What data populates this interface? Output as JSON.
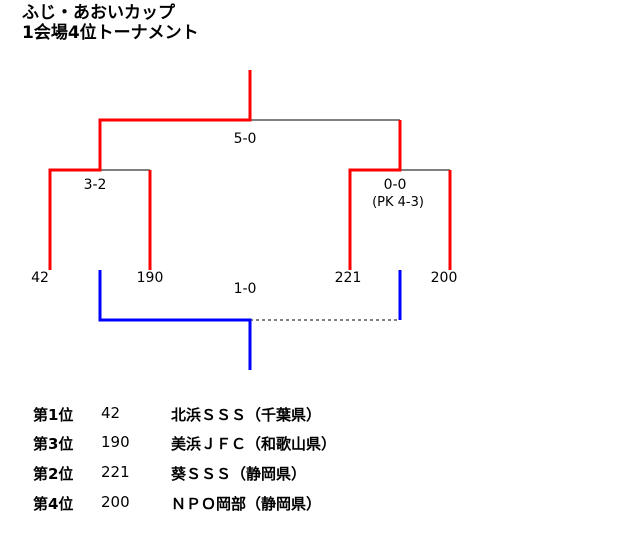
{
  "title_line1": "ふじ・あおいカップ",
  "title_line2": "1会場4位トーナメント",
  "bracket": {
    "teams": [
      "42",
      "190",
      "221",
      "200"
    ],
    "scores": {
      "semi_left": "3-2",
      "semi_right": "0-0",
      "semi_right_pk": "(PK 4-3)",
      "final": "5-0",
      "third_place": "1-0"
    },
    "colors": {
      "winner": "#ff0000",
      "third": "#0000ff",
      "line": "#000000"
    }
  },
  "results": [
    {
      "rank": "第1位",
      "number": "42",
      "team": "北浜ＳＳＳ（千葉県）"
    },
    {
      "rank": "第3位",
      "number": "190",
      "team": "美浜ＪＦＣ（和歌山県）"
    },
    {
      "rank": "第2位",
      "number": "221",
      "team": "葵ＳＳＳ（静岡県）"
    },
    {
      "rank": "第4位",
      "number": "200",
      "team": "ＮＰＯ岡部（静岡県）"
    }
  ]
}
